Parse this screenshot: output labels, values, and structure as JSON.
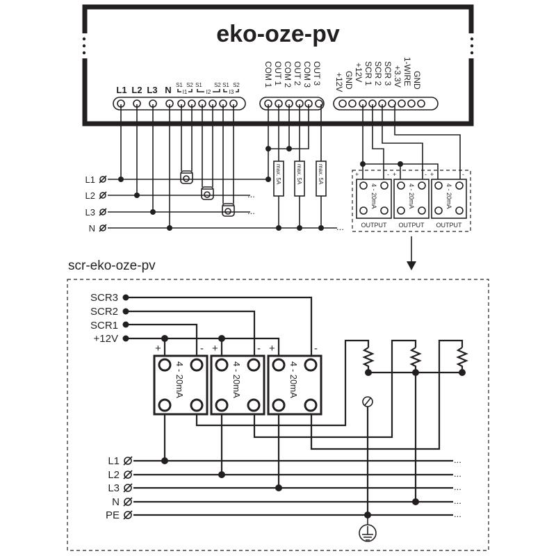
{
  "device": {
    "title": "eko-oze-pv",
    "terminal_groups": {
      "power": {
        "labels": [
          "L1",
          "L2",
          "L3",
          "N"
        ],
        "ct_labels": [
          "S1",
          "S2",
          "S1",
          "S2",
          "S1",
          "S2"
        ],
        "ct_names": [
          "I1",
          "I2",
          "I3"
        ]
      },
      "relay": {
        "labels": [
          "COM 1",
          "OUT 1",
          "COM 2",
          "OUT 2",
          "COM 3",
          "OUT 3"
        ]
      },
      "signal": {
        "labels": [
          "+12V",
          "GND",
          "+12V",
          "SCR 1",
          "SCR 2",
          "SCR 3",
          "+3.3V",
          "1-WIRE",
          "GND"
        ]
      }
    }
  },
  "top_wiring": {
    "lines": [
      "L1",
      "L2",
      "L3",
      "N"
    ],
    "fuse_label": "max. 5A",
    "fuse_count": 3,
    "continuation": "..."
  },
  "output_modules": {
    "label": "OUTPUT",
    "module_text": "4 - 20mA",
    "count": 3,
    "plus": "+",
    "minus": "-"
  },
  "scr_module": {
    "title": "scr-eko-oze-pv",
    "inputs": [
      "SCR3",
      "SCR2",
      "SCR1",
      "+12V"
    ],
    "module_text": "4 - 20mA",
    "plus": "+",
    "minus": "-",
    "lines": [
      "L1",
      "L2",
      "L3",
      "N",
      "PE"
    ],
    "continuation": "..."
  }
}
